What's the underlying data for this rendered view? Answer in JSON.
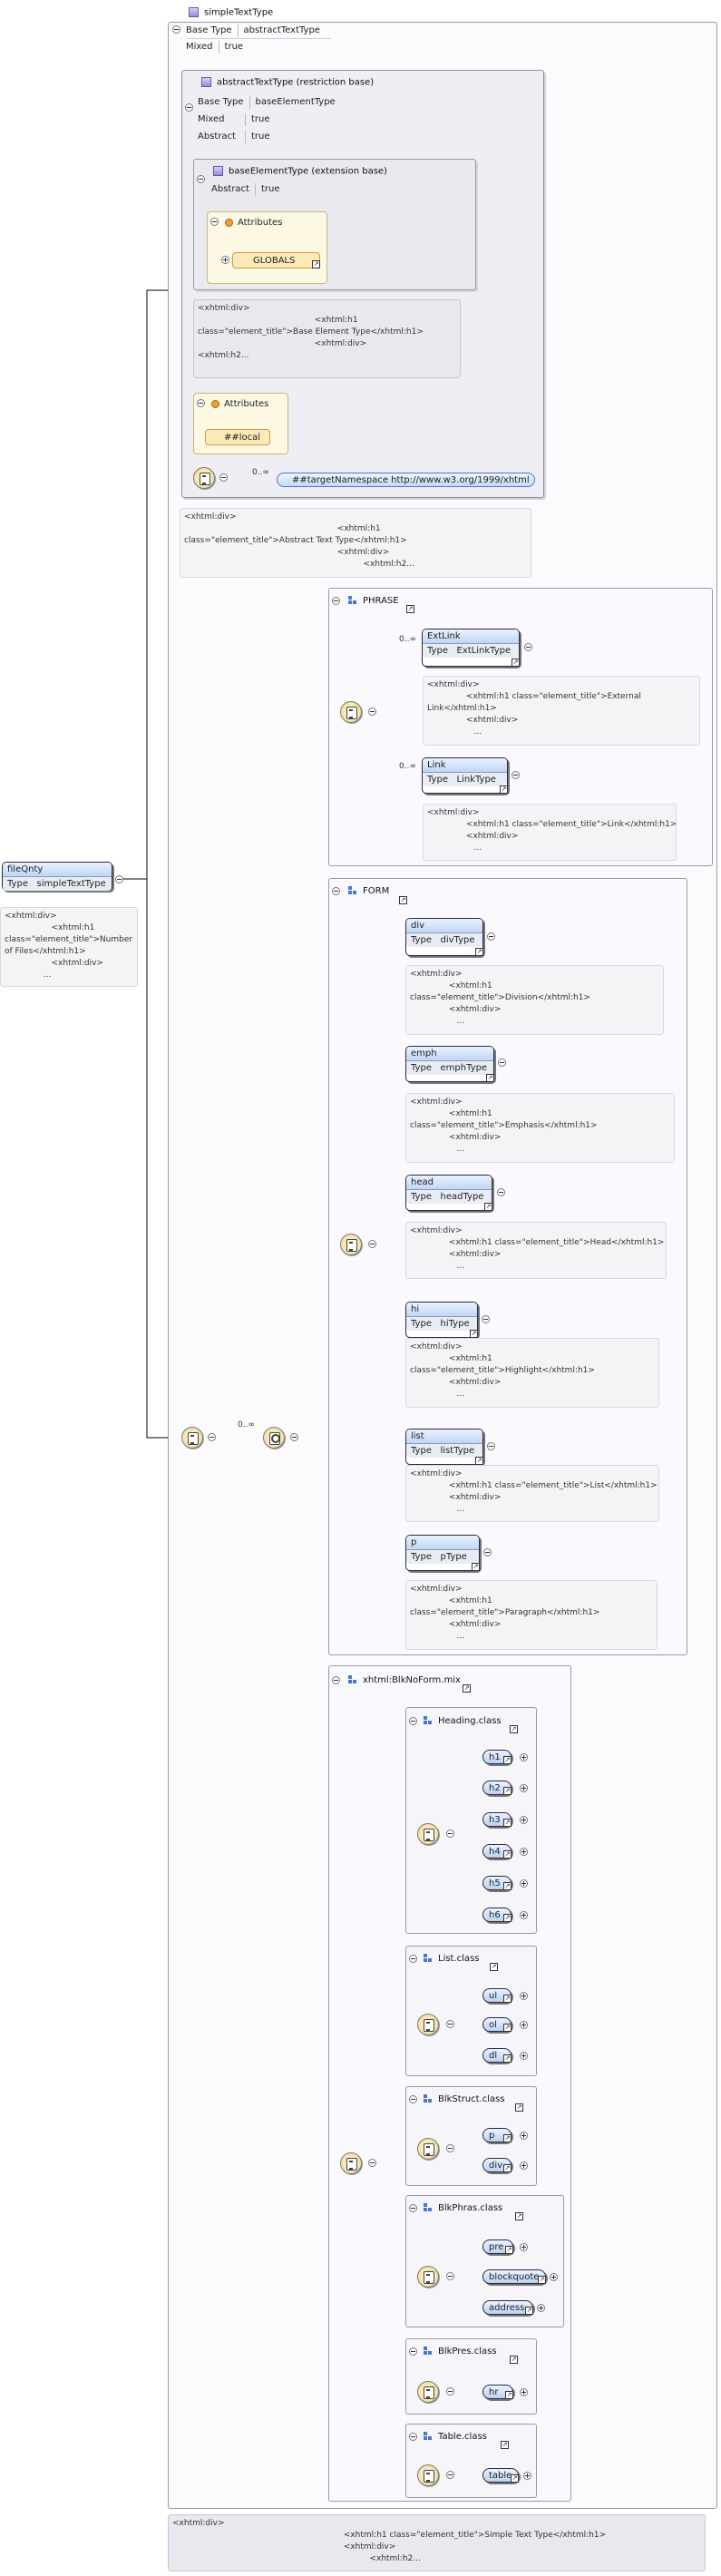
{
  "root_type": {
    "title": "simpleTextType",
    "props": [
      [
        "Base Type",
        "abstractTextType"
      ],
      [
        "Mixed",
        "true"
      ]
    ],
    "doc": "<xhtml:div>\n                                                                  <xhtml:h1 class=\"element_title\">Simple Text Type</xhtml:h1>\n                                                                  <xhtml:div>\n                                                                            <xhtml:h2..."
  },
  "abstract": {
    "title": "abstractTextType (restriction base)",
    "props": [
      [
        "Base Type",
        "baseElementType"
      ],
      [
        "Mixed",
        "true"
      ],
      [
        "Abstract",
        "true"
      ]
    ],
    "doc": "<xhtml:div>\n                                                           <xhtml:h1\nclass=\"element_title\">Abstract Text Type</xhtml:h1>\n                                                           <xhtml:div>\n                                                                     <xhtml:h2..."
  },
  "base_element": {
    "title": "baseElementType (extension base)",
    "props": [
      [
        "Abstract",
        "true"
      ]
    ],
    "attributes_label": "Attributes",
    "globals": "GLOBALS",
    "doc": "<xhtml:div>\n                                             <xhtml:h1\nclass=\"element_title\">Base Element Type</xhtml:h1>\n                                             <xhtml:div>\n<xhtml:h2..."
  },
  "local_attributes": {
    "label": "Attributes",
    "chip": "##local"
  },
  "any_element": {
    "cardinality": "0..∞",
    "namespace": "##targetNamespace http://www.w3.org/1999/xhtml"
  },
  "element_fileqnty": {
    "name": "fileQnty",
    "type_label": "Type",
    "type": "simpleTextType",
    "doc": "<xhtml:div>\n                  <xhtml:h1\nclass=\"element_title\">Number\nof Files</xhtml:h1>\n                  <xhtml:div>\n               ..."
  },
  "choice_cardinality": "0..∞",
  "phrase": {
    "title": "PHRASE",
    "elements": [
      {
        "card": "0..∞",
        "name": "ExtLink",
        "type_label": "Type",
        "type": "ExtLinkType",
        "doc": "<xhtml:div>\n               <xhtml:h1 class=\"element_title\">External\nLink</xhtml:h1>\n               <xhtml:div>\n                  ..."
      },
      {
        "card": "0..∞",
        "name": "Link",
        "type_label": "Type",
        "type": "LinkType",
        "doc": "<xhtml:div>\n               <xhtml:h1 class=\"element_title\">Link</xhtml:h1>\n               <xhtml:div>\n                  ..."
      }
    ]
  },
  "form": {
    "title": "FORM",
    "elements": [
      {
        "name": "div",
        "type_label": "Type",
        "type": "divType",
        "doc": "<xhtml:div>\n               <xhtml:h1\nclass=\"element_title\">Division</xhtml:h1>\n               <xhtml:div>\n                  ..."
      },
      {
        "name": "emph",
        "type_label": "Type",
        "type": "emphType",
        "doc": "<xhtml:div>\n               <xhtml:h1\nclass=\"element_title\">Emphasis</xhtml:h1>\n               <xhtml:div>\n                  ..."
      },
      {
        "name": "head",
        "type_label": "Type",
        "type": "headType",
        "doc": "<xhtml:div>\n               <xhtml:h1 class=\"element_title\">Head</xhtml:h1>\n               <xhtml:div>\n                  ..."
      },
      {
        "name": "hi",
        "type_label": "Type",
        "type": "hiType",
        "doc": "<xhtml:div>\n               <xhtml:h1\nclass=\"element_title\">Highlight</xhtml:h1>\n               <xhtml:div>\n                  ..."
      },
      {
        "name": "list",
        "type_label": "Type",
        "type": "listType",
        "doc": "<xhtml:div>\n               <xhtml:h1 class=\"element_title\">List</xhtml:h1>\n               <xhtml:div>\n                  ..."
      },
      {
        "name": "p",
        "type_label": "Type",
        "type": "pType",
        "doc": "<xhtml:div>\n               <xhtml:h1\nclass=\"element_title\">Paragraph</xhtml:h1>\n               <xhtml:div>\n                  ..."
      }
    ]
  },
  "xhtml_mix": {
    "title": "xhtml:BlkNoForm.mix",
    "groups": [
      {
        "title": "Heading.class",
        "items": [
          "h1",
          "h2",
          "h3",
          "h4",
          "h5",
          "h6"
        ]
      },
      {
        "title": "List.class",
        "items": [
          "ul",
          "ol",
          "dl"
        ]
      },
      {
        "title": "BlkStruct.class",
        "items": [
          "p",
          "div"
        ]
      },
      {
        "title": "BlkPhras.class",
        "items": [
          "pre",
          "blockquote",
          "address"
        ]
      },
      {
        "title": "BlkPres.class",
        "items": [
          "hr"
        ]
      },
      {
        "title": "Table.class",
        "items": [
          "table"
        ]
      }
    ]
  },
  "colors": {
    "element_header": "#c0d6f4",
    "compositor": "#f0d890",
    "attributes": "#fdf8e4"
  },
  "icons": [
    "type-icon",
    "group-icon",
    "sequence-icon",
    "choice-icon",
    "all-icon",
    "attribute-icon",
    "link-icon",
    "expand-icon",
    "collapse-icon"
  ]
}
